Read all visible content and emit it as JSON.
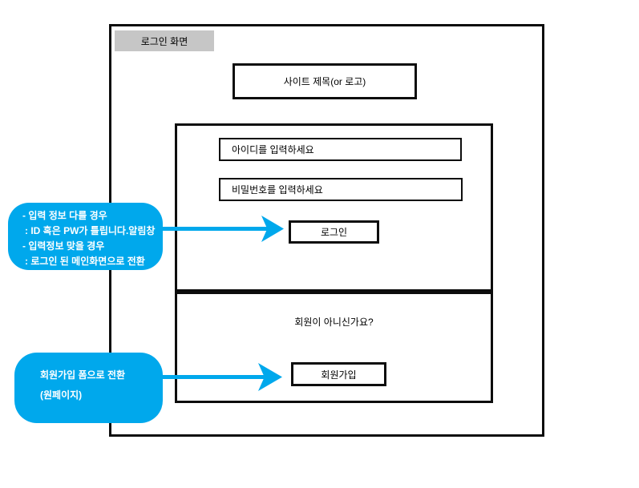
{
  "frame_label": {
    "text": "로그인 화면"
  },
  "title_box": {
    "text": "사이트 제목(or 로고)"
  },
  "login_section": {
    "id_placeholder": "아이디를 입력하세요",
    "pw_placeholder": "비밀번호를 입력하세요",
    "login_button": "로그인"
  },
  "signup_section": {
    "prompt": "회원이 아니신가요?",
    "signup_button": "회원가입"
  },
  "callouts": {
    "login_result": {
      "lines": [
        "- 입력 정보 다를 경우",
        " : ID 혹은 PW가 틀립니다.알림창",
        "- 입력정보 맞을 경우",
        " : 로그인 된 메인화면으로 전환"
      ]
    },
    "signup_nav": {
      "lines": [
        "회원가입 폼으로 전환",
        "(원페이지)"
      ]
    }
  },
  "colors": {
    "accent_blue": "#00A8EC",
    "label_gray": "#C6C6C6",
    "stroke_black": "#0D0D0D"
  }
}
